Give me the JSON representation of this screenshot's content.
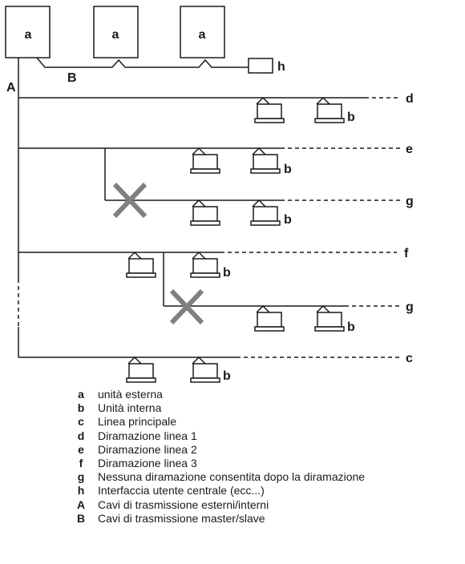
{
  "labels": {
    "outdoor": "a",
    "indoor": "b",
    "main_line": "c",
    "branch_1": "d",
    "branch_2": "e",
    "branch_3": "f",
    "no_branch": "g",
    "interface": "h",
    "cable_A": "A",
    "cable_B": "B"
  },
  "legend": [
    {
      "key": "a",
      "text": "unità esterna"
    },
    {
      "key": "b",
      "text": "Unità interna"
    },
    {
      "key": "c",
      "text": "Linea principale"
    },
    {
      "key": "d",
      "text": "Diramazione linea 1"
    },
    {
      "key": "e",
      "text": "Diramazione linea 2"
    },
    {
      "key": "f",
      "text": "Diramazione linea 3"
    },
    {
      "key": "g",
      "text": "Nessuna diramazione consentita dopo la diramazione"
    },
    {
      "key": "h",
      "text": "Interfaccia utente centrale (ecc...)"
    },
    {
      "key": "A",
      "text": "Cavi di trasmissione esterni/interni"
    },
    {
      "key": "B",
      "text": "Cavi di trasmissione master/slave"
    }
  ],
  "colors": {
    "line": "#1a1a1a",
    "cross": "#808080"
  }
}
